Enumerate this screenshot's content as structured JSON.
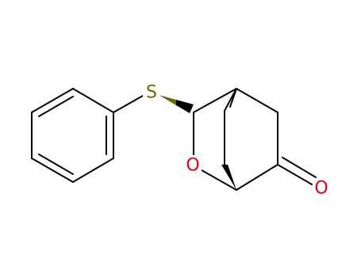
{
  "molecule": {
    "atoms": {
      "sulfur": "S",
      "ring_oxygen": "O",
      "carbonyl_oxygen": "O"
    },
    "colors": {
      "bond": "#000000",
      "sulfur": "#6b6b00",
      "oxygen": "#e0001a",
      "wedge_sulfur": "#6b6b00",
      "wedge_carbon": "#000000"
    }
  }
}
